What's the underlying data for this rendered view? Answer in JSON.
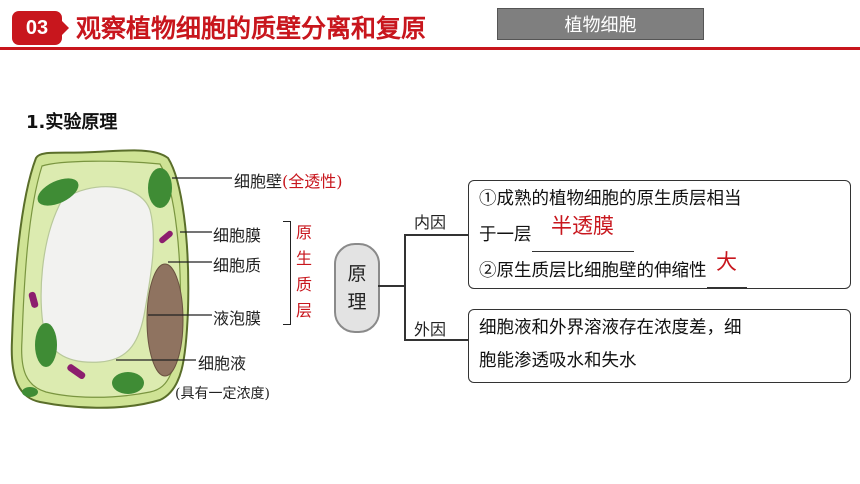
{
  "header": {
    "number": "03",
    "title": "观察植物细胞的质壁分离和复原",
    "tag": "植物细胞"
  },
  "section_title": "1.实验原理",
  "diagram": {
    "cell_wall": "细胞壁",
    "cell_wall_note": "(全透性)",
    "cell_membrane": "细胞膜",
    "cytoplasm": "细胞质",
    "tonoplast": "液泡膜",
    "cell_sap": "细胞液",
    "cell_sap_note": "(具有一定浓度)",
    "protoplast_chars": [
      "原",
      "生",
      "质",
      "层"
    ]
  },
  "principle": {
    "center_chars": [
      "原",
      "理"
    ],
    "internal_label": "内因",
    "external_label": "外因",
    "internal_line1": "①成熟的植物细胞的原生质层相当",
    "internal_line2_prefix": "于一层",
    "internal_blank1": "半透膜",
    "internal_line3_prefix": "②原生质层比细胞壁的伸缩性",
    "internal_blank2": "大",
    "external_line1": "细胞液和外界溶液存在浓度差，细",
    "external_line2": "胞能渗透吸水和失水"
  },
  "colors": {
    "accent": "#c8161d",
    "tag_bg": "#7f7f7f",
    "cytoplasm": "#d7e8a1",
    "chloroplast": "#3f8c35",
    "vacuole": "#f2f2f0",
    "nucleus": "#8f7360"
  }
}
